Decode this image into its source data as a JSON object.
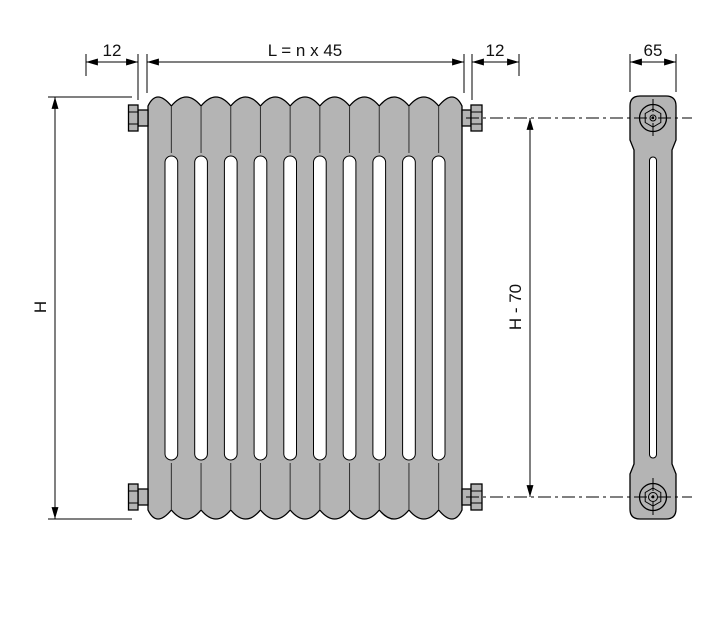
{
  "labels": {
    "left_offset": "12",
    "length_formula": "L = n x 45",
    "right_offset": "12",
    "depth": "65",
    "height": "H",
    "center_distance": "H - 70"
  },
  "colors": {
    "body_fill": "#b4b4b4",
    "line_color": "#000000",
    "background": "#ffffff"
  },
  "front_view": {
    "visible_tubes": 11,
    "visible_gaps": 10
  }
}
